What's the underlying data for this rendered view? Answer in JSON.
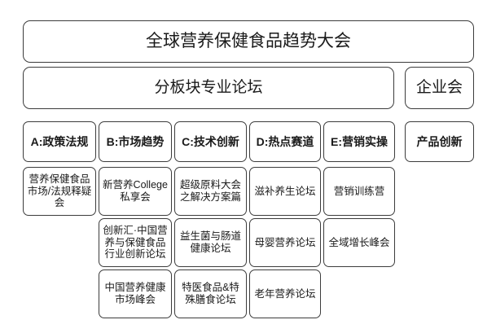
{
  "diagram": {
    "type": "conference-agenda-hierarchy",
    "main_title": "全球营养保健食品趋势大会",
    "tier2": {
      "left_label": "分板块专业论坛",
      "right_label": "企业会"
    },
    "columns": [
      {
        "key": "A",
        "header": "A:政策法规",
        "sessions": [
          "营养保健食品市场/法规释疑会"
        ]
      },
      {
        "key": "B",
        "header": "B:市场趋势",
        "sessions": [
          "新营养College私享会",
          "创新汇·中国营养与保健食品行业创新论坛",
          "中国营养健康市场峰会"
        ]
      },
      {
        "key": "C",
        "header": "C:技术创新",
        "sessions": [
          "超级原料大会之解决方案篇",
          "益生菌与肠道健康论坛",
          "特医食品&特殊膳食论坛"
        ]
      },
      {
        "key": "D",
        "header": "D:热点赛道",
        "sessions": [
          "滋补养生论坛",
          "母婴营养论坛",
          "老年营养论坛"
        ]
      },
      {
        "key": "E",
        "header": "E:营销实操",
        "sessions": [
          "营销训练营",
          "全域增长峰会"
        ]
      },
      {
        "key": "F",
        "header": "产品创新",
        "sessions": []
      }
    ],
    "style": {
      "border_color": "#3c3c3c",
      "background": "#ffffff",
      "text_color": "#1a1a1a"
    }
  }
}
